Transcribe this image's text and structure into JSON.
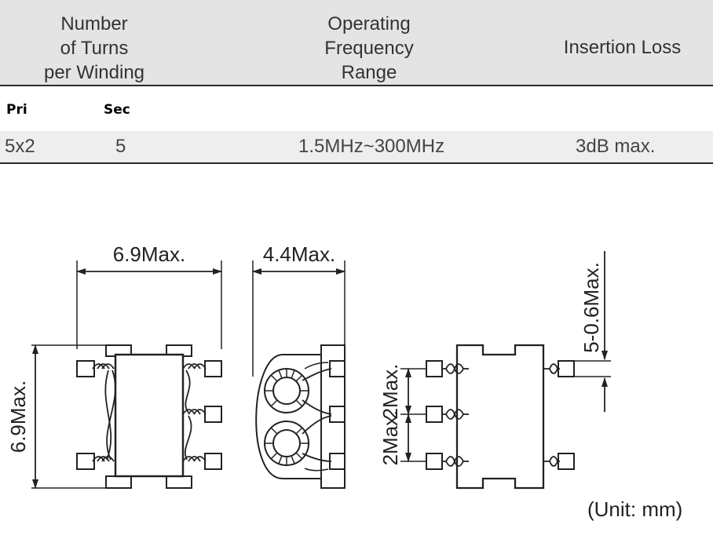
{
  "table": {
    "headers": {
      "turns": "Number\nof Turns\nper Winding",
      "frequency": "Operating\nFrequency\nRange",
      "loss": "Insertion Loss"
    },
    "subheaders": {
      "pri": "Pri",
      "sec": "Sec"
    },
    "rows": [
      {
        "pri": "5x2",
        "sec": "5",
        "frequency": "1.5MHz~300MHz",
        "loss": "3dB max."
      }
    ]
  },
  "drawing": {
    "dim_top_width": "6.9Max.",
    "dim_side_width": "4.4Max.",
    "dim_left_height": "6.9Max.",
    "dim_pitch_1": "2Max.",
    "dim_pitch_2": "2Max.",
    "dim_lead": "5-0.6Max."
  },
  "unit_note": "(Unit: mm)"
}
